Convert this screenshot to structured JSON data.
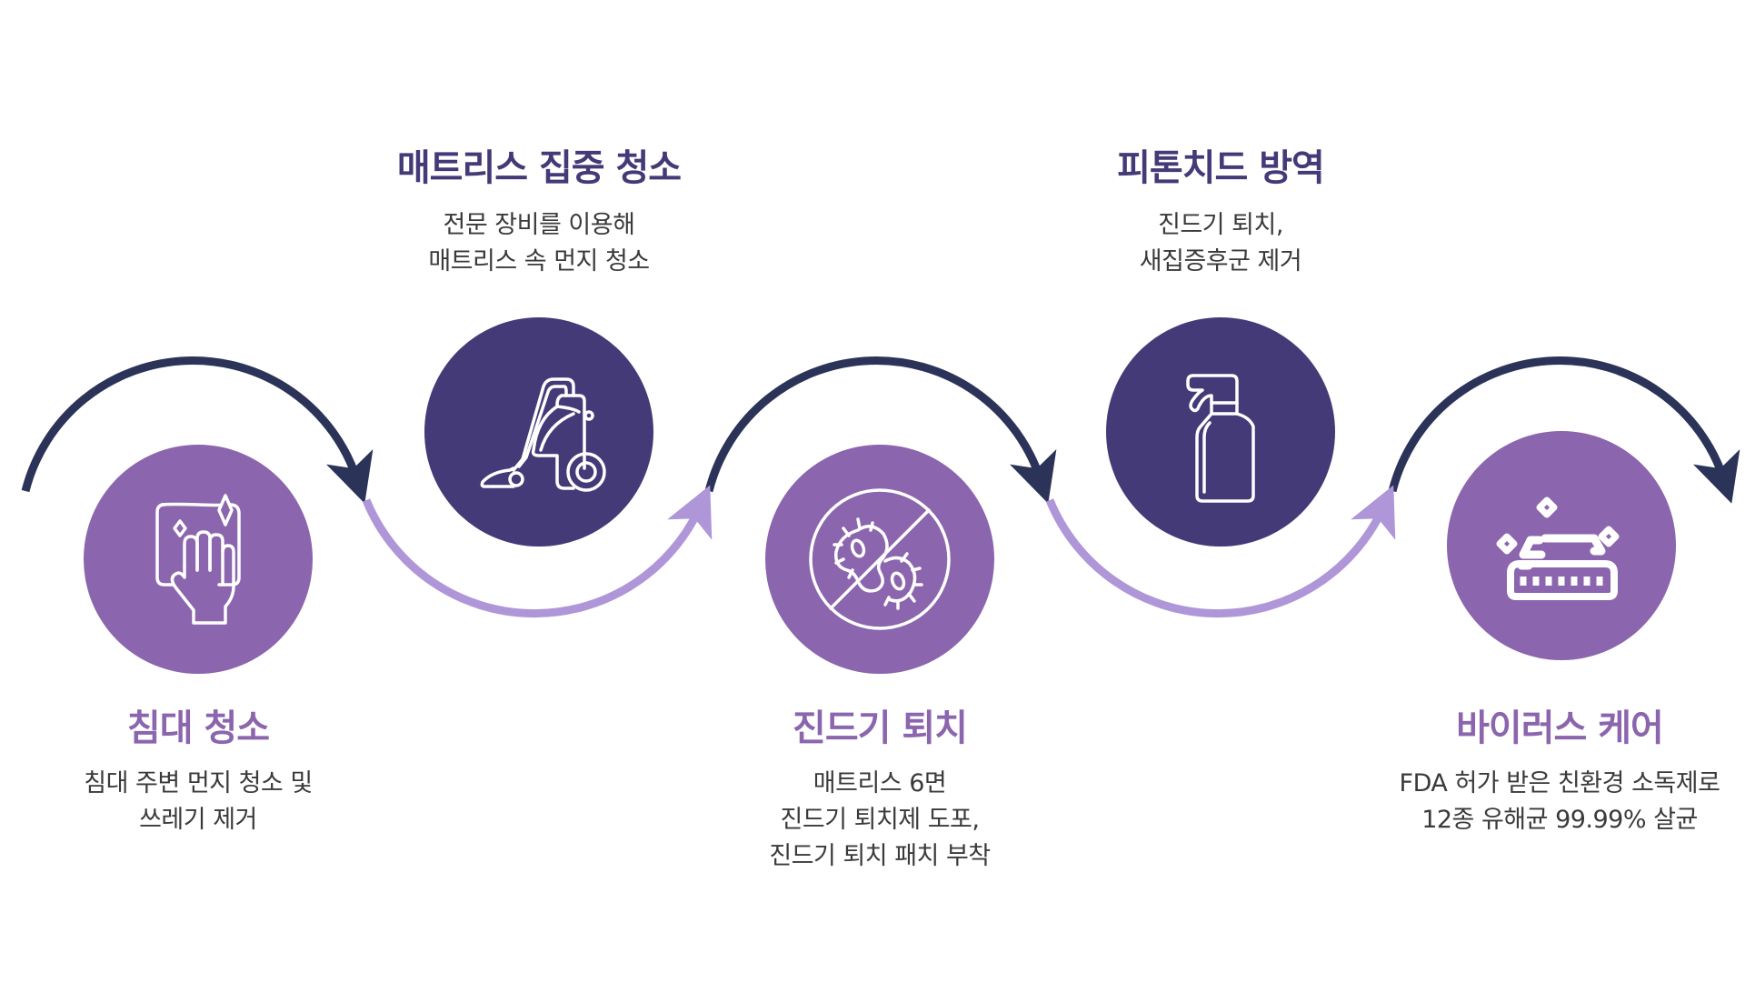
{
  "colors": {
    "light_circle": "#8B65AD",
    "dark_circle": "#443A77",
    "dark_arc": "#2B3358",
    "light_arc": "#AE96D8",
    "desc_text": "#3A3A3A"
  },
  "steps": [
    {
      "title": "침대 청소",
      "icon": "hand-wipe-cloth-icon",
      "desc": [
        "침대 주변 먼지 청소 및",
        "쓰레기 제거"
      ]
    },
    {
      "title": "매트리스 집중 청소",
      "icon": "vacuum-cleaner-icon",
      "desc": [
        "전문 장비를 이용해",
        "매트리스 속 먼지 청소"
      ]
    },
    {
      "title": "진드기 퇴치",
      "icon": "no-bacteria-icon",
      "desc": [
        "매트리스 6면",
        "진드기 퇴치제 도포,",
        "진드기 퇴치 패치 부착"
      ]
    },
    {
      "title": "피톤치드 방역",
      "icon": "spray-bottle-icon",
      "desc": [
        "진드기 퇴치,",
        "새집증후군 제거"
      ]
    },
    {
      "title": "바이러스 케어",
      "icon": "clean-mattress-sparkle-icon",
      "desc": [
        "FDA 허가 받은 친환경 소독제로",
        "12종 유해균 99.99% 살균"
      ]
    }
  ]
}
